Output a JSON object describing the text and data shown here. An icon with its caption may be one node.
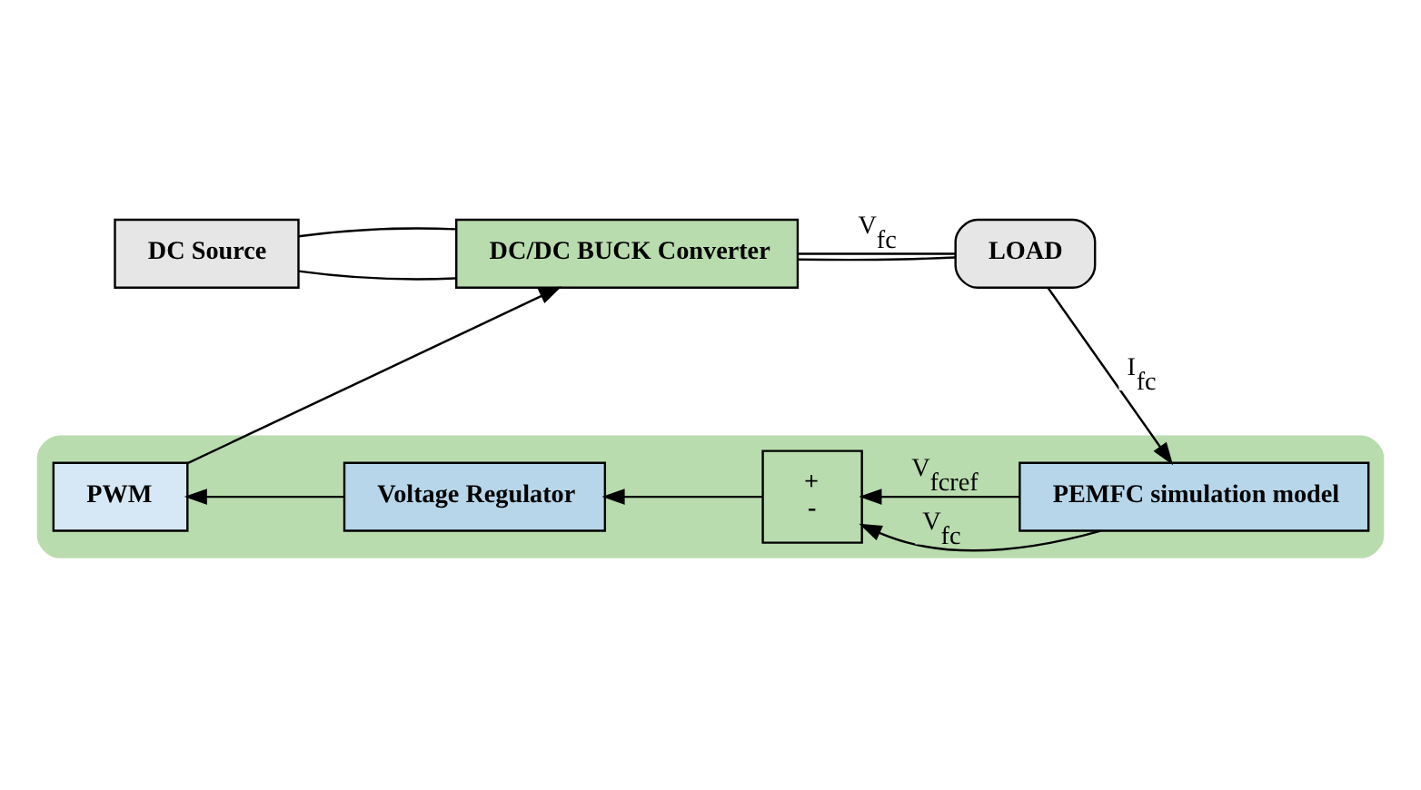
{
  "diagram": {
    "nodes": [
      {
        "text": [
          "DC Source"
        ]
      },
      {
        "text": [
          "DC/DC BUCK Converter"
        ]
      },
      {
        "text": [
          "LOAD"
        ]
      },
      {
        "text": [],
        "shape": "box"
      },
      {
        "text": [
          "PWM"
        ],
        "in": 3
      },
      {
        "text": [
          "Voltage Regulator"
        ],
        "in": 3
      },
      {
        "text": [
          "+",
          "-"
        ],
        "in": 3
      },
      {
        "text": [
          "PEMFC simulation model"
        ],
        "in": 3
      }
    ],
    "edges": [
      {
        "from": 0,
        "to": 1,
        "arrow": "none"
      },
      {
        "from": 0,
        "to": 1,
        "arrow": "none"
      },
      {
        "from": 1,
        "to": 2,
        "arrow": "none"
      },
      {
        "from": 1,
        "to": 2,
        "arrow": "none",
        "label": "V$_{fc}$"
      },
      {
        "from": 2,
        "to": 7,
        "arrow": "to",
        "label": "I$_{fc}$"
      },
      {
        "from": 7,
        "to": 6,
        "arrow": "to",
        "label": "V$_{fcref}$"
      },
      {
        "from": 7,
        "to": 6,
        "arrow": "to",
        "label": "V$_{fc}$"
      },
      {
        "from": 6,
        "to": 5,
        "arrow": "to"
      },
      {
        "from": 5,
        "to": 4,
        "arrow": "to"
      },
      {
        "from": 4,
        "to": 1,
        "arrow": "to"
      }
    ]
  }
}
